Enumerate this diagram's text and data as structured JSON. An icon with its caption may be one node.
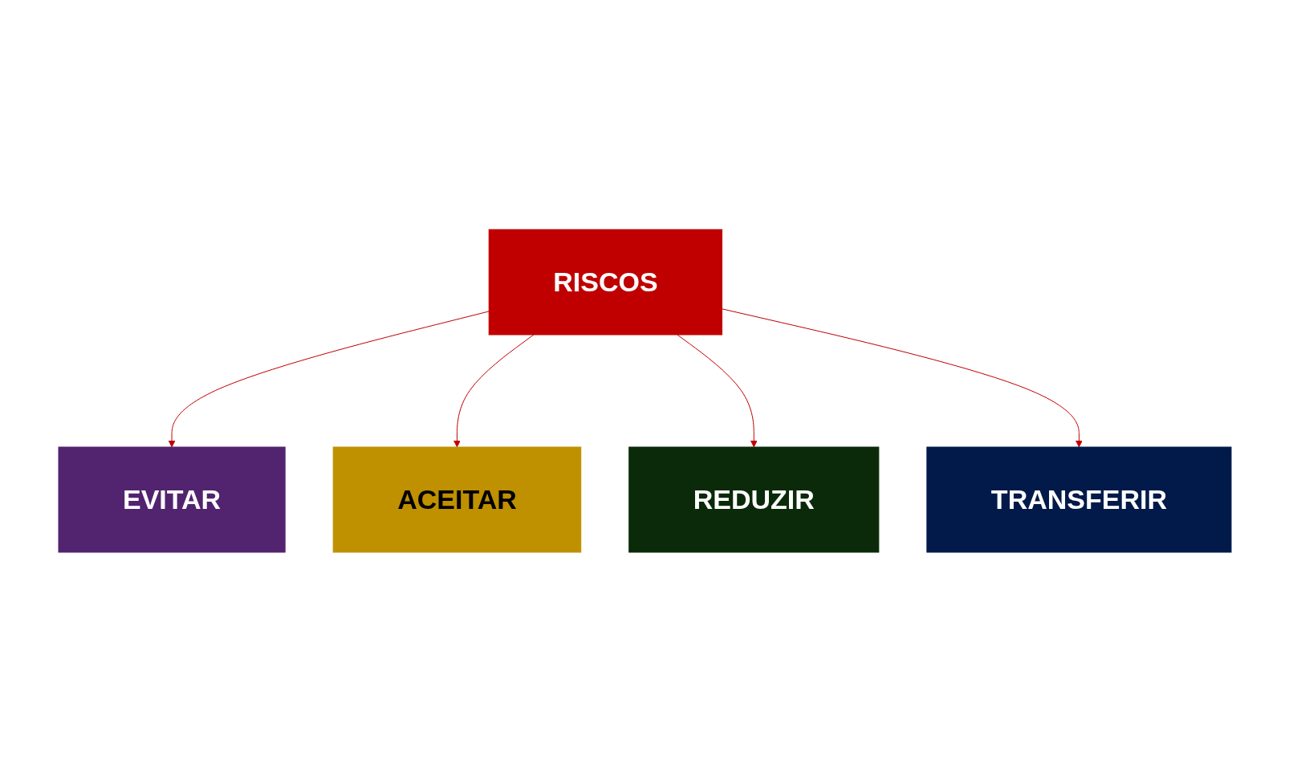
{
  "diagram": {
    "nodes": [
      {
        "text": [
          "EVITAR"
        ]
      },
      {
        "text": [
          "ACEITAR"
        ]
      },
      {
        "text": [
          "RISCOS"
        ]
      },
      {
        "text": [
          "REDUZIR"
        ]
      },
      {
        "text": [
          "TRANSFERIR"
        ]
      }
    ],
    "edges": [
      {
        "from": 2,
        "to": 0,
        "arrow": "to"
      },
      {
        "from": 2,
        "to": 1,
        "arrow": "to"
      },
      {
        "from": 2,
        "to": 3,
        "arrow": "to"
      },
      {
        "from": 2,
        "to": 4,
        "arrow": "to"
      }
    ]
  }
}
